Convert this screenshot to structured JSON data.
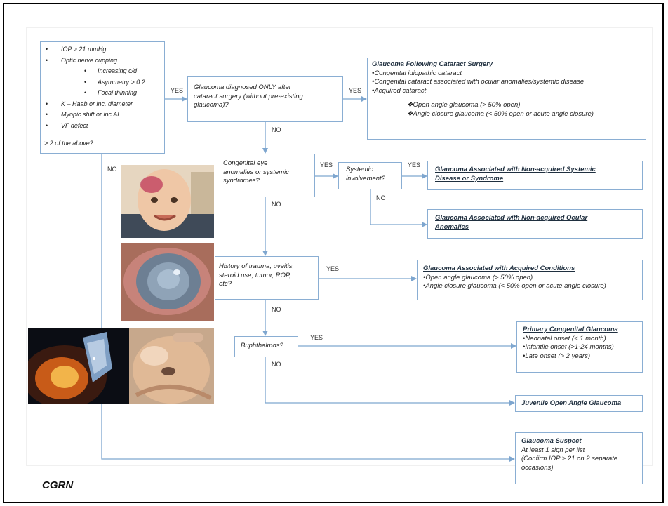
{
  "criteria": {
    "items": [
      "IOP > 21 mmHg",
      "Optic nerve cupping",
      "Increasing c/d",
      "Asymmetry > 0.2",
      "Focal thinning",
      "K – Haab or inc. diameter",
      "Myopic shift or inc AL",
      "VF defect"
    ],
    "question": "> 2 of the above?"
  },
  "q1": {
    "text_lines": [
      "Glaucoma diagnosed ONLY after",
      "cataract surgery (without pre-existing",
      "glaucoma)?"
    ]
  },
  "q2": {
    "text_lines": [
      "Congenital eye",
      "anomalies or systemic",
      "syndromes?"
    ]
  },
  "q2b": {
    "text_lines": [
      "Systemic",
      "involvement?"
    ]
  },
  "q3": {
    "text_lines": [
      "History of trauma, uveitis,",
      "steroid use, tumor, ROP,",
      "etc?"
    ]
  },
  "q4": {
    "text": "Buphthalmos?"
  },
  "r_cataract": {
    "title": "Glaucoma Following Cataract Surgery",
    "lines": [
      "•Congenital idiopathic cataract",
      "•Congenital cataract associated with ocular anomalies/systemic disease",
      "•Acquired cataract"
    ],
    "sub": [
      "❖Open angle glaucoma (> 50% open)",
      "❖Angle closure glaucoma (< 50% open or acute angle closure)"
    ]
  },
  "r_systemic": {
    "title_lines": [
      "Glaucoma Associated with  Non-acquired Systemic",
      "Disease or Syndrome"
    ]
  },
  "r_ocular": {
    "title_lines": [
      "Glaucoma Associated with Non-acquired Ocular",
      "Anomalies"
    ]
  },
  "r_acquired": {
    "title": "Glaucoma Associated with Acquired Conditions",
    "lines": [
      "•Open angle glaucoma (> 50% open)",
      "•Angle closure glaucoma (< 50% open or acute angle closure)"
    ]
  },
  "r_pcg": {
    "title": "Primary Congenital Glaucoma",
    "lines": [
      "•Neonatal onset (< 1 month)",
      "•Infantile onset (>1-24 months)",
      "•Late onset (> 2 years)"
    ]
  },
  "r_juvenile": {
    "title": "Juvenile Open Angle Glaucoma"
  },
  "r_suspect": {
    "title": "Glaucoma Suspect",
    "lines": [
      "At least 1 sign per list",
      "(Confirm IOP > 21 on 2 separate",
      "occasions)"
    ]
  },
  "edge_labels": {
    "yes": "YES",
    "no": "NO"
  },
  "watermark": "CGRN",
  "colors": {
    "box_border": "#8aaed3",
    "connector": "#7ea6cf"
  },
  "photos": [
    "infant-face-with-red-birthmark",
    "clouded-enlarged-cornea-eye",
    "slit-lamp-corneal-exam",
    "child-eye-exam"
  ]
}
